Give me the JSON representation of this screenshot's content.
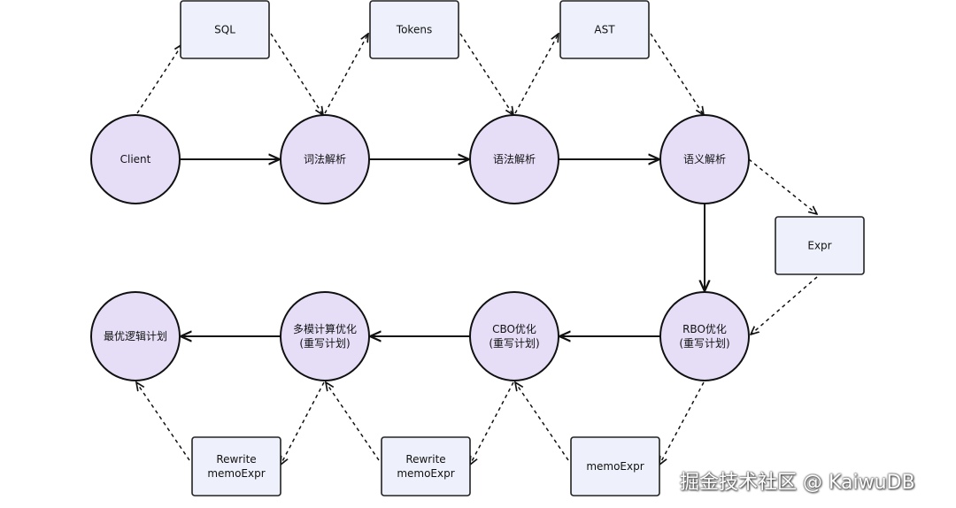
{
  "nodes": {
    "client": {
      "lines": [
        "Client"
      ]
    },
    "lexical": {
      "lines": [
        "词法解析"
      ]
    },
    "syntax": {
      "lines": [
        "语法解析"
      ]
    },
    "semantic": {
      "lines": [
        "语义解析"
      ]
    },
    "rbo": {
      "lines": [
        "RBO优化",
        "(重写计划)"
      ]
    },
    "cbo": {
      "lines": [
        "CBO优化",
        "(重写计划)"
      ]
    },
    "multimodel": {
      "lines": [
        "多模计算优化",
        "(重写计划)"
      ]
    },
    "best": {
      "lines": [
        "最优逻辑计划"
      ]
    },
    "sql": {
      "lines": [
        "SQL"
      ]
    },
    "tokens": {
      "lines": [
        "Tokens"
      ]
    },
    "ast": {
      "lines": [
        "AST"
      ]
    },
    "expr": {
      "lines": [
        "Expr"
      ]
    },
    "memo_rbo": {
      "lines": [
        "memoExpr"
      ]
    },
    "memo_cbo": {
      "lines": [
        "Rewrite",
        "memoExpr"
      ]
    },
    "memo_multi": {
      "lines": [
        "Rewrite",
        "memoExpr"
      ]
    }
  },
  "edges": [
    {
      "from": "client",
      "to": "lexical",
      "style": "solid"
    },
    {
      "from": "lexical",
      "to": "syntax",
      "style": "solid"
    },
    {
      "from": "syntax",
      "to": "semantic",
      "style": "solid"
    },
    {
      "from": "semantic",
      "to": "rbo",
      "style": "solid"
    },
    {
      "from": "rbo",
      "to": "cbo",
      "style": "solid"
    },
    {
      "from": "cbo",
      "to": "multimodel",
      "style": "solid"
    },
    {
      "from": "multimodel",
      "to": "best",
      "style": "solid"
    },
    {
      "from": "client",
      "to": "sql",
      "style": "dashed"
    },
    {
      "from": "sql",
      "to": "lexical",
      "style": "dashed"
    },
    {
      "from": "lexical",
      "to": "tokens",
      "style": "dashed"
    },
    {
      "from": "tokens",
      "to": "syntax",
      "style": "dashed"
    },
    {
      "from": "syntax",
      "to": "ast",
      "style": "dashed"
    },
    {
      "from": "ast",
      "to": "semantic",
      "style": "dashed"
    },
    {
      "from": "semantic",
      "to": "expr",
      "style": "dashed"
    },
    {
      "from": "expr",
      "to": "rbo",
      "style": "dashed"
    },
    {
      "from": "rbo",
      "to": "memo_rbo",
      "style": "dashed"
    },
    {
      "from": "memo_rbo",
      "to": "cbo",
      "style": "dashed"
    },
    {
      "from": "cbo",
      "to": "memo_cbo",
      "style": "dashed"
    },
    {
      "from": "memo_cbo",
      "to": "multimodel",
      "style": "dashed"
    },
    {
      "from": "multimodel",
      "to": "memo_multi",
      "style": "dashed"
    },
    {
      "from": "memo_multi",
      "to": "best",
      "style": "dashed"
    }
  ],
  "watermark": "掘金技术社区 @ KaiwuDB"
}
